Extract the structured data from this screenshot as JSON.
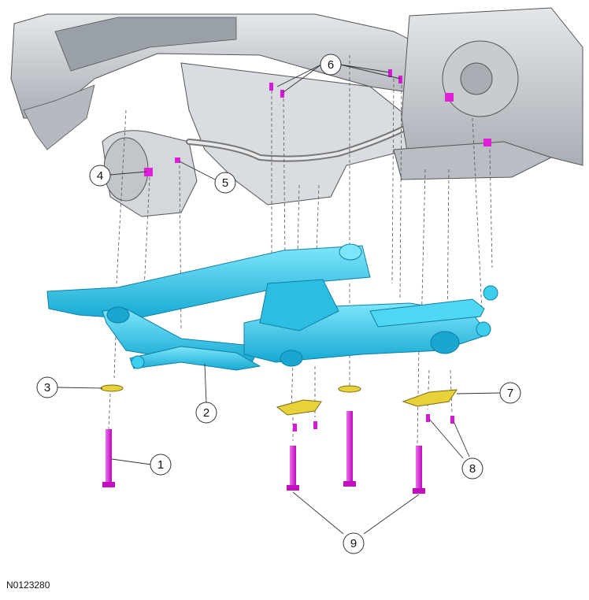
{
  "figure_id": "N0123280",
  "callouts": [
    {
      "label": "1",
      "part": "bolt-long-left"
    },
    {
      "label": "2",
      "part": "subframe"
    },
    {
      "label": "3",
      "part": "washer-left"
    },
    {
      "label": "4",
      "part": "nut-left"
    },
    {
      "label": "5",
      "part": "nut-link-left"
    },
    {
      "label": "6",
      "part": "bolts-top"
    },
    {
      "label": "7",
      "part": "bracket-right"
    },
    {
      "label": "8",
      "part": "bolts-small"
    },
    {
      "label": "9",
      "part": "bolts-rear"
    }
  ],
  "colors": {
    "subframe": "#3ccfee",
    "subframe_dark": "#1a9fc4",
    "fastener": "#e020d8",
    "bracket": "#e8d23a",
    "body_gray": "#c9cdd3",
    "body_dark": "#8a8f96"
  }
}
